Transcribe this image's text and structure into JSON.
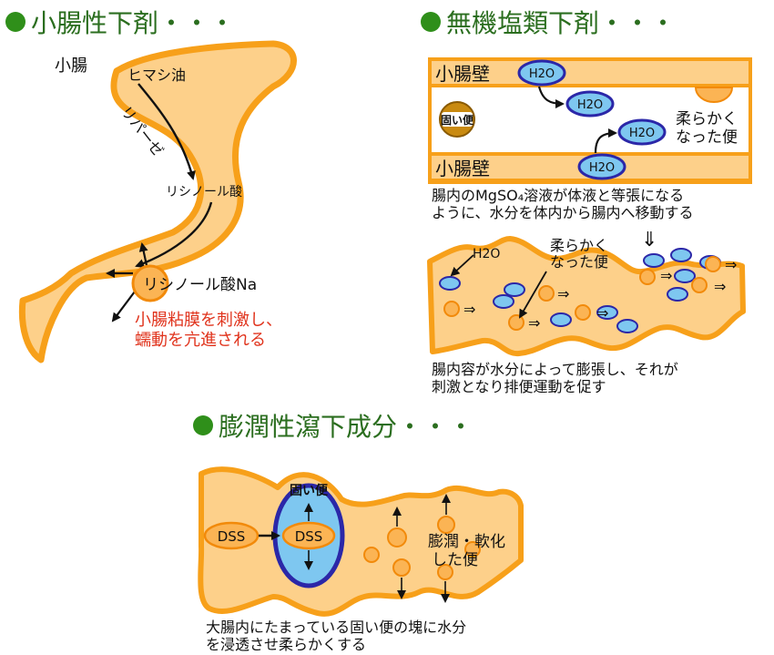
{
  "headings": {
    "small_intestine": "小腸性下剤・・・",
    "inorganic_salt": "無機塩類下剤・・・",
    "swelling": "膨潤性瀉下成分・・・"
  },
  "panel1": {
    "small_intestine": "小腸",
    "castor_oil": "ヒマシ油",
    "lipase": "リパーゼ",
    "ricinoleic_acid": "リシノール酸",
    "ricinoleate_na": "リシノール酸Na",
    "effect_line1": "小腸粘膜を刺激し、",
    "effect_line2": "蠕動を亢進される"
  },
  "panel2": {
    "wall_top": "小腸壁",
    "wall_bottom": "小腸壁",
    "h2o": "H2O",
    "hard_stool": "固い便",
    "soft_stool_line1": "柔らかく",
    "soft_stool_line2": "なった便",
    "caption1_line1": "腸内のMgSO₄溶液が体液と等張になる",
    "caption1_line2": "ように、水分を体内から腸内へ移動する",
    "down_arrow": "⇓",
    "h2o_small": "H2O",
    "arrow_right": "⇒",
    "caption2_line1": "腸内容が水分によって膨張し、それが",
    "caption2_line2": "刺激となり排便運動を促す"
  },
  "panel3": {
    "hard_stool": "固い便",
    "dss": "DSS",
    "dss_inner": "DSS",
    "swelled_line1": "膨潤・軟化",
    "swelled_line2": "した便",
    "caption_line1": "大腸内にたまっている固い便の塊に水分",
    "caption_line2": "を浸透させ柔らかくする"
  },
  "colors": {
    "tube_fill": "#fdd08a",
    "tube_stroke": "#f7a01a",
    "heading_text": "#2b6e1f",
    "bullet": "#2f8f1a",
    "water_fill": "#7ec7f0",
    "water_stroke": "#2b27a8",
    "effect_text": "#e0331c"
  }
}
